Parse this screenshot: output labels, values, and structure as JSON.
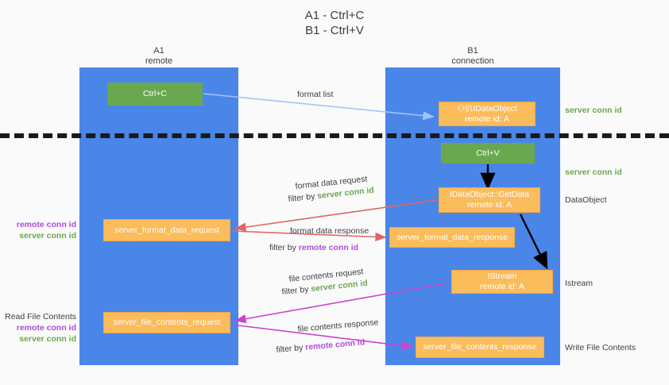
{
  "title": "A1 - Ctrl+C\nB1 - Ctrl+V",
  "columns": {
    "a1": "A1\nremote",
    "b1": "B1\nconnection"
  },
  "boxes": {
    "ctrl_c": "Ctrl+C",
    "data_object_remote": "⚇仈IDataObject\nremote id: A",
    "ctrl_v": "Ctrl+V",
    "get_data": "IDataObject::GetData\nremote id: A",
    "server_format_data_request": "server_format_data_request",
    "server_format_data_response": "server_format_data_response",
    "istream": "IStream\nremote id: A",
    "server_file_contents_request": "server_file_contents_request",
    "server_file_contents_response": "server_file_contents_response"
  },
  "side_labels": {
    "server_conn_id_top": "server conn id",
    "server_conn_id_mid": "server conn id",
    "data_object": "DataObject",
    "istream": "Istream",
    "write_file_contents": "Write File Contents"
  },
  "left_labels": {
    "remote_conn_id_1": "remote conn id",
    "server_conn_id_1": "server conn id",
    "read_file_contents": "Read File Contents",
    "remote_conn_id_2": "remote conn id",
    "server_conn_id_2": "server conn id"
  },
  "connectors": {
    "format_list": "format list",
    "format_data_request": "format data request",
    "format_data_request_filter_prefix": "filter by ",
    "format_data_request_filter_value": "server conn id",
    "format_data_response": "format data response",
    "format_data_response_filter_prefix": "filter by ",
    "format_data_response_filter_value": "remote conn id",
    "file_contents_request": "file contents request",
    "file_contents_request_filter_prefix": "filter by ",
    "file_contents_request_filter_value": "server conn id",
    "file_contents_response": "file contents response",
    "file_contents_response_filter_prefix": "filter by ",
    "file_contents_response_filter_value": "remote conn id"
  },
  "colors": {
    "lane_blue": "#4a86e8",
    "box_green": "#6aa84f",
    "box_orange": "#fbbc5c",
    "accent_green_text": "#6aa84f",
    "accent_purple_text": "#b14cd8",
    "arrow_lightblue": "#9fc5f8",
    "arrow_red": "#e06666",
    "arrow_magenta": "#cc44cc",
    "arrow_black": "#000000",
    "divider_black": "#1a1a1a",
    "background": "#fafafa"
  }
}
